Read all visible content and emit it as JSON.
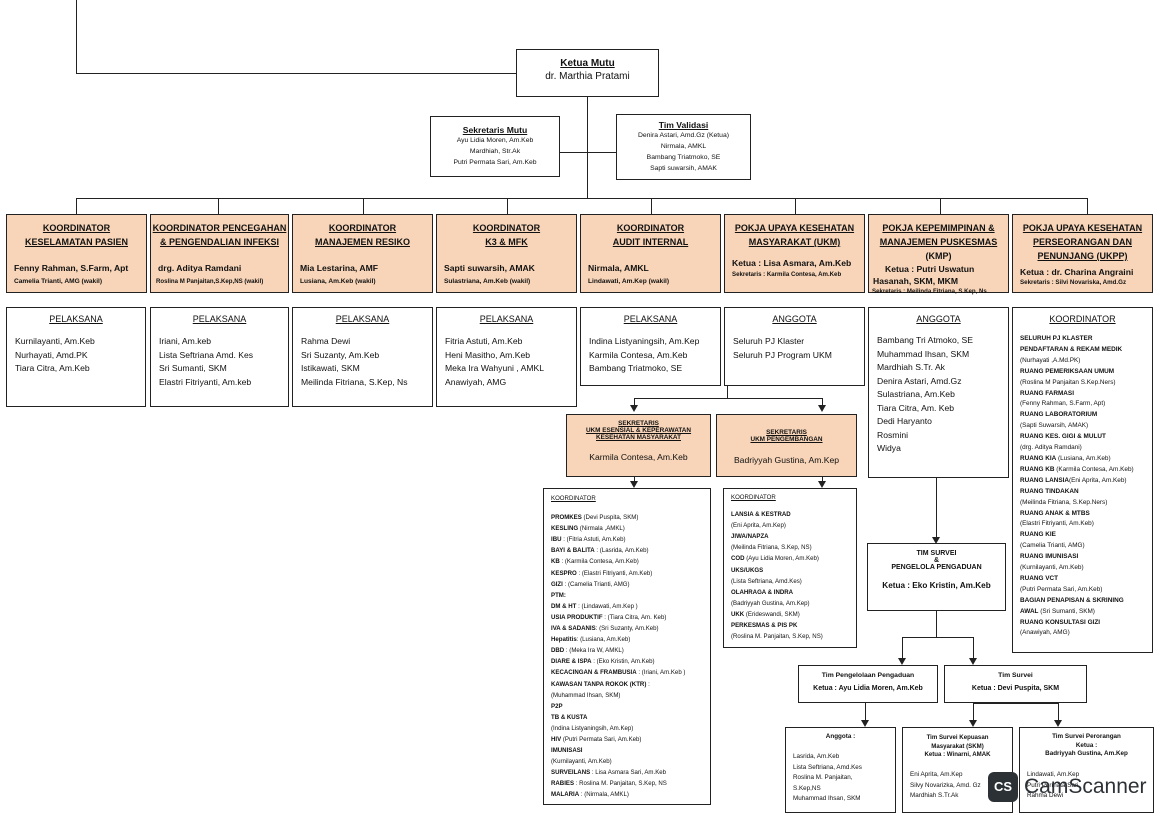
{
  "ketua_mutu": {
    "title": "Ketua Mutu",
    "name": "dr. Marthia Pratami"
  },
  "sekretaris_mutu": {
    "title": "Sekretaris Mutu",
    "members": [
      "Ayu Lidia Moren, Am.Keb",
      "Mardhiah, Str.Ak",
      "Putri Permata Sari, Am.Keb"
    ]
  },
  "tim_validasi": {
    "title": "Tim Validasi",
    "members": [
      "Denira Astari, Amd.Gz (Ketua)",
      "Nirmala, AMKL",
      "Bambang Triatmoko, SE",
      "Sapti suwarsih, AMAK"
    ]
  },
  "coordinators": [
    {
      "title1": "KOORDINATOR",
      "title2": "KESELAMATAN PASIEN",
      "name": "Fenny Rahman, S.Farm, Apt",
      "wakil": "Camelia Trianti, AMG (wakil)",
      "sub_title": "PELAKSANA",
      "sub_items": [
        "Kurnilayanti, Am.Keb",
        "Nurhayati, Amd.PK",
        "Tiara Citra, Am.Keb"
      ]
    },
    {
      "title1": "KOORDINATOR PENCEGAHAN",
      "title2": "& PENGENDALIAN INFEKSI",
      "name": "drg. Aditya Ramdani",
      "wakil": "Roslina M Panjaitan,S.Kep,NS (wakil)",
      "sub_title": "PELAKSANA",
      "sub_items": [
        "Iriani, Am.keb",
        "Lista Seftriana Amd. Kes",
        "Sri Sumanti, SKM",
        "Elastri Fitriyanti, Am.keb"
      ]
    },
    {
      "title1": "KOORDINATOR",
      "title2": "MANAJEMEN RESIKO",
      "name": "Mia Lestarina, AMF",
      "wakil": "Lusiana, Am.Keb (wakil)",
      "sub_title": "PELAKSANA",
      "sub_items": [
        "Rahma Dewi",
        "Sri Suzanty, Am.Keb",
        "Istikawati, SKM",
        "Meilinda Fitriana, S.Kep, Ns"
      ]
    },
    {
      "title1": "KOORDINATOR",
      "title2": "K3 & MFK",
      "name": "Sapti suwarsih, AMAK",
      "wakil": "Sulastriana, Am.Keb (wakil)",
      "sub_title": "PELAKSANA",
      "sub_items": [
        "Fitria Astuti, Am.Keb",
        "Heni Masitho, Am.Keb",
        "Meka Ira Wahyuni , AMKL",
        "Anawiyah, AMG"
      ]
    },
    {
      "title1": "KOORDINATOR",
      "title2": "AUDIT INTERNAL",
      "name": "Nirmala, AMKL",
      "wakil": "Lindawati, Am.Kep (wakil)",
      "sub_title": "PELAKSANA",
      "sub_items": [
        "Indina Listyaningsih, Am.Kep",
        "Karmila Contesa, Am.Keb",
        "Bambang Triatmoko, SE"
      ]
    },
    {
      "title1": "POKJA UPAYA KESEHATAN",
      "title2": "MASYARAKAT (UKM)",
      "title3": "",
      "name": "Ketua : Lisa Asmara, Am.Keb",
      "wakil": "Sekretaris : Karmila Contesa, Am.Keb",
      "sub_title": "ANGGOTA",
      "sub_items": [
        "Seluruh PJ Klaster",
        "Seluruh PJ Program UKM"
      ]
    },
    {
      "title1": "POKJA KEPEMIMPINAN &",
      "title2": "MANAJEMEN PUSKESMAS",
      "title3": "(KMP)",
      "name": "Ketua : Putri Uswatun",
      "name2": "Hasanah, SKM, MKM",
      "wakil": "Sekretaris : Meilinda Fitriana, S.Kep, Ns",
      "sub_title": "ANGGOTA",
      "sub_items": [
        "Bambang Tri Atmoko, SE",
        "Muhammad Ihsan, SKM",
        "Mardhiah S.Tr. Ak",
        "Denira Astari, Amd.Gz",
        "Sulastriana, Am.Keb",
        "Tiara Citra, Am. Keb",
        "Dedi Haryanto",
        "Rosmini",
        "Widya"
      ]
    },
    {
      "title1": "POKJA UPAYA KESEHATAN",
      "title2": "PERSEORANGAN DAN",
      "title3": "PENUNJANG (UKPP)",
      "name": "Ketua : dr. Charina Angraini",
      "wakil": "Sekretaris : Silvi Novariska, Amd.Gz",
      "sub_title": "KOORDINATOR",
      "sub_items": []
    }
  ],
  "ukpp_koordinator": [
    {
      "head": "SELURUH PJ KLASTER",
      "note": ""
    },
    {
      "head": "PENDAFTARAN  & REKAM MEDIK",
      "note": "(Nurhayati ,A.Md.PK)"
    },
    {
      "head": "RUANG PEMERIKSAAN UMUM",
      "note": "(Roslina M Panjaitan S.Kep.Ners)"
    },
    {
      "head": "RUANG FARMASI",
      "note": "(Fenny Rahman, S.Farm, Apt)"
    },
    {
      "head": "RUANG LABORATORIUM",
      "note": "(Sapti Suwarsih, AMAK)"
    },
    {
      "head": "RUANG KES. GIGI & MULUT",
      "note": "(drg. Aditya Ramdani)"
    },
    {
      "head": "RUANG KIA",
      "note": "(Lusiana, Am.Keb)",
      "inline": true
    },
    {
      "head": "RUANG KB",
      "note": "(Karmila Contesa, Am.Keb)",
      "inline": true
    },
    {
      "head": "RUANG LANSIA",
      "note": "(Eni Aprita, Am.Keb)",
      "inline": true
    },
    {
      "head": "RUANG TINDAKAN",
      "note": "(Meilinda Fitriana, S.Kep.Ners)"
    },
    {
      "head": "RUANG ANAK & MTBS",
      "note": "(Elastri Fitriyanti, Am.Keb)"
    },
    {
      "head": "RUANG KIE",
      "note": "(Camelia Trianti, AMG)"
    },
    {
      "head": "RUANG IMUNISASI",
      "note": "(Kurnilayanti, Am.Keb)"
    },
    {
      "head": "RUANG VCT",
      "note": "(Putri Permata Sari, Am.Keb)"
    },
    {
      "head": "BAGIAN PENAPISAN & SKRINING",
      "note": ""
    },
    {
      "head": "AWAL",
      "note": "(Sri Sumanti, SKM)",
      "inline": true
    },
    {
      "head": "RUANG KONSULTASI GIZI",
      "note": "(Anawiyah, AMG)"
    }
  ],
  "sekretaris_ukm_esensial": {
    "label": "SEKRETARIS",
    "line2": "UKM ESENSIAL & KEPERAWATAN",
    "line3": "KESEHATAN MASYARAKAT",
    "name": "Karmila Contesa, Am.Keb"
  },
  "sekretaris_ukm_pengembangan": {
    "label": "SEKRETARIS",
    "line2": "UKM PENGEMBANGAN",
    "name": "Badriyyah Gustina, Am.Kep"
  },
  "esensial_koordinator": {
    "title": "KOORDINATOR",
    "items": [
      {
        "head": "PROMKES",
        "note": "(Devi Puspita, SKM)"
      },
      {
        "head": "KESLING",
        "note": "(Nirmala ,AMKL)"
      },
      {
        "head": "IBU",
        "note": ": (Fitria Astuti, Am.Keb)"
      },
      {
        "head": "BAYI & BALITA",
        "note": ": (Lasrida, Am.Keb)"
      },
      {
        "head": "KB",
        "note": ":  (Karmila Contesa, Am.Keb)"
      },
      {
        "head": "KESPRO",
        "note": ":  (Elastri Fitriyanti, Am.Keb)"
      },
      {
        "head": "GIZI",
        "note": ":  (Camelia Trianti, AMG)"
      },
      {
        "head": "PTM:",
        "note": ""
      },
      {
        "head": "DM & HT",
        "note": ":  (Lindawati, Am.Kep )"
      },
      {
        "head": "USIA PRODUKTIF",
        "note": ": (Tiara Citra, Am. Keb)"
      },
      {
        "head": "IVA & SADANIS",
        "note": ": (Sri Suzanty, Am.Keb)"
      },
      {
        "head": "Hepatitis",
        "note": ": (Lusiana, Am.Keb)"
      },
      {
        "head": "DBD",
        "note": ": (Meka Ira W, AMKL)"
      },
      {
        "head": "DIARE & ISPA",
        "note": ": (Eko Kristin, Am.Keb)"
      },
      {
        "head": "KECACINGAN & FRAMBUSIA",
        "note": ": (Iriani, Am.Keb )"
      },
      {
        "head": "KAWASAN TANPA ROKOK (KTR)",
        "note": ":"
      },
      {
        "head": "",
        "note": "(Muhammad Ihsan, SKM)"
      },
      {
        "head": "P2P",
        "note": ""
      },
      {
        "head": "TB & KUSTA",
        "note": ""
      },
      {
        "head": "",
        "note": "(Indina Listyaningsih, Am.Kep)"
      },
      {
        "head": "HIV",
        "note": "(Putri Permata Sari, Am.Keb)"
      },
      {
        "head": "IMUNISASI",
        "note": ""
      },
      {
        "head": "",
        "note": "(Kurnilayanti, Am.Keb)"
      },
      {
        "head": "SURVEILANS",
        "note": ": Lisa Asmara Sari, Am.Keb"
      },
      {
        "head": "RABIES",
        "note": ": Roslina M. Panjaitan, S.Kep, NS"
      },
      {
        "head": "MALARIA",
        "note": ": (Nirmala, AMKL)"
      }
    ]
  },
  "pengembangan_koordinator": {
    "title": "KOORDINATOR",
    "items": [
      {
        "head": "LANSIA & KESTRAD",
        "note": ""
      },
      {
        "head": "",
        "note": "(Eni Aprita, Am.Kep)"
      },
      {
        "head": "JIWA/NAPZA",
        "note": ""
      },
      {
        "head": "",
        "note": "(Meilinda Fitriana, S.Kep, NS)"
      },
      {
        "head": "COD",
        "note": "(Ayu Lidia Moren, Am.Keb)"
      },
      {
        "head": "UKS/UKGS",
        "note": ""
      },
      {
        "head": "",
        "note": "(Lista Seftriana, Amd.Kes)"
      },
      {
        "head": "OLAHRAGA & INDRA",
        "note": ""
      },
      {
        "head": "",
        "note": "(Badriyyah Gustina, Am.Kep)"
      },
      {
        "head": "UKK",
        "note": "(Erideswandi, SKM)"
      },
      {
        "head": "PERKESMAS & PIS PK",
        "note": ""
      },
      {
        "head": "",
        "note": "(Roslina M. Panjaitan, S.Kep, NS)"
      }
    ]
  },
  "tim_survei_pengelola": {
    "line1": "TIM SURVEI",
    "line2": "&",
    "line3": "PENGELOLA PENGADUAN",
    "ketua": "Ketua : Eko Kristin, Am.Keb"
  },
  "tim_pengelolaan_pengaduan": {
    "title": "Tim Pengelolaan Pengaduan",
    "ketua": "Ketua : Ayu Lidia Moren, Am.Keb"
  },
  "tim_survei": {
    "title": "Tim Survei",
    "ketua": "Ketua : Devi Puspita, SKM"
  },
  "anggota_pengaduan": {
    "title": "Anggota :",
    "members": [
      "Lasrida, Am.Keb",
      "Lista Seftriana, Amd.Kes",
      "Roslina M. Panjaitan,",
      "S.Kep,NS",
      "Muhammad Ihsan, SKM"
    ]
  },
  "tim_survei_kepuasan": {
    "title": "Tim Survei Kepuasan",
    "title2": "Masyarakat (SKM)",
    "ketua": "Ketua :  Winarni, AMAK",
    "members": [
      "Eni Aprita, Am.Kep",
      "Silvy Novarizka, Amd. Gz",
      "Mardhiah S.Tr.Ak"
    ]
  },
  "tim_survei_perorangan": {
    "title": "Tim Survei Perorangan",
    "ketua_label": "Ketua :",
    "ketua": "Badriyyah Gustina, Am.Kep",
    "members": [
      "Lindawati, Am.Kep",
      "Putri Permata Sari",
      "Rahma Dewi"
    ]
  },
  "watermark": {
    "badge": "CS",
    "text": "CamScanner"
  }
}
